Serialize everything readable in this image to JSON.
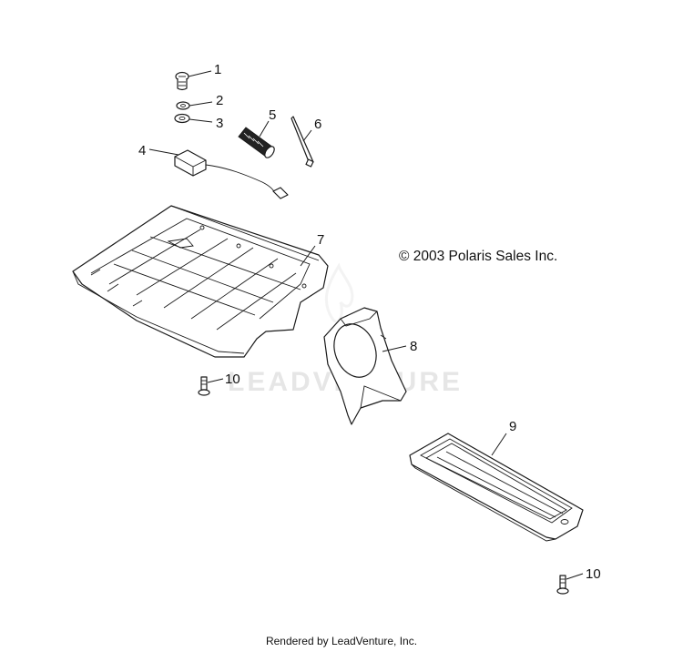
{
  "copyright": "© 2003 Polaris Sales Inc.",
  "footer": "Rendered by LeadVenture, Inc.",
  "watermark": "LEADVENTURE",
  "callouts": {
    "c1": "1",
    "c2": "2",
    "c3": "3",
    "c4": "4",
    "c5": "5",
    "c6": "6",
    "c7": "7",
    "c8": "8",
    "c9": "9",
    "c10a": "10",
    "c10b": "10"
  }
}
